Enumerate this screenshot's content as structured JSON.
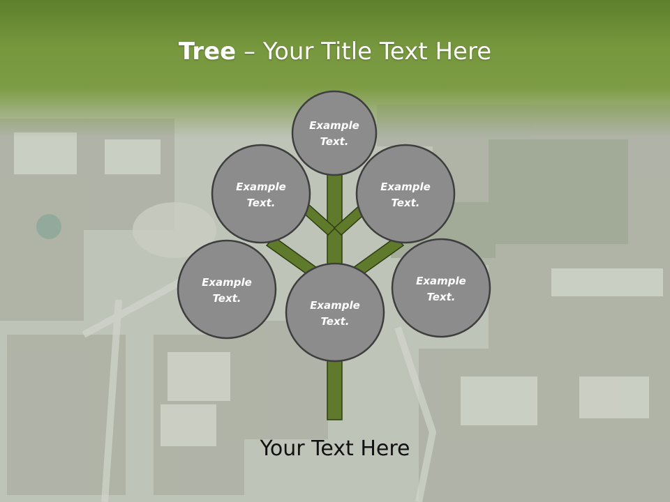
{
  "title": {
    "bold": "Tree",
    "separator": " – ",
    "rest": "Your Title Text Here"
  },
  "footer": {
    "text": "Your Text Here"
  },
  "nodes": [
    {
      "line1": "Example",
      "line2": "Text."
    },
    {
      "line1": "Example",
      "line2": "Text."
    },
    {
      "line1": "Example",
      "line2": "Text."
    },
    {
      "line1": "Example",
      "line2": "Text."
    },
    {
      "line1": "Example",
      "line2": "Text."
    },
    {
      "line1": "Example",
      "line2": "Text."
    }
  ],
  "colors": {
    "header_green": "#6f9136",
    "trunk": "#5f7a2a",
    "trunk_outline": "#2e3b14",
    "node_fill": "#8c8c8c",
    "node_outline": "#3e3e3e",
    "background_haze": "#c3c8bc"
  }
}
